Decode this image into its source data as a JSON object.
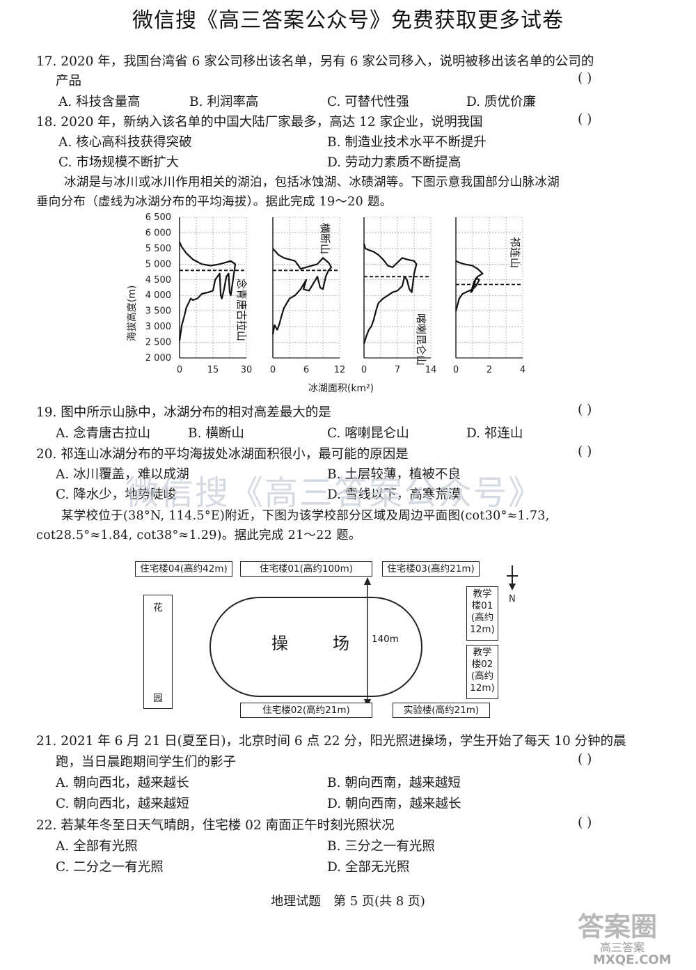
{
  "header": "微信搜《高三答案公众号》免费获取更多试卷",
  "q17": {
    "line1": "17. 2020 年，我国台湾省 6 家公司移出该名单，另有 6 家公司移入，说明被移出该名单的公司的",
    "line2": "产品",
    "paren": "(        )",
    "options": [
      "A. 科技含量高",
      "B. 利润率高",
      "C. 可替代性强",
      "D. 质优价廉"
    ]
  },
  "q18": {
    "line1": "18. 2020 年，新纳入该名单的中国大陆厂家最多，高达 12 家企业，说明我国",
    "paren": "(        )",
    "options": [
      "A. 核心高科技获得突破",
      "B. 制造业技术水平不断提升",
      "C. 市场规模不断扩大",
      "D. 劳动力素质不断提高"
    ]
  },
  "intro19": {
    "line1": "冰湖是与冰川或冰川作用相关的湖泊，包括冰蚀湖、冰碛湖等。下图示意我国部分山脉冰湖",
    "line2": "垂向分布（虚线为冰湖分布的平均海拔）。据此完成 19～20 题。"
  },
  "chart_data": {
    "type": "line",
    "ylabel": "海拔高度(m)",
    "xlabel": "冰湖面积(km²)",
    "yticks": [
      "6 500",
      "6 000",
      "5 500",
      "5 000",
      "4 500",
      "4 000",
      "3 500",
      "3 000",
      "2 500",
      "2 000"
    ],
    "ylim": [
      2000,
      6500
    ],
    "panels": [
      {
        "name": "念青唐古拉山",
        "xticks": [
          "0",
          "15",
          "30"
        ],
        "xlim": [
          0,
          30
        ],
        "mean_altitude": 4800,
        "points": [
          [
            0,
            2550
          ],
          [
            0.5,
            2800
          ],
          [
            1,
            3050
          ],
          [
            2,
            3300
          ],
          [
            3,
            3600
          ],
          [
            5,
            3900
          ],
          [
            6,
            3850
          ],
          [
            8,
            3900
          ],
          [
            10,
            4050
          ],
          [
            13,
            4100
          ],
          [
            15,
            4150
          ],
          [
            16,
            4500
          ],
          [
            18,
            4700
          ],
          [
            18.5,
            4000
          ],
          [
            19,
            3900
          ],
          [
            20,
            4200
          ],
          [
            21,
            4600
          ],
          [
            22,
            4700
          ],
          [
            22.5,
            4100
          ],
          [
            23,
            4000
          ],
          [
            24,
            4500
          ],
          [
            25,
            5000
          ],
          [
            23,
            5100
          ],
          [
            18,
            5000
          ],
          [
            14,
            4950
          ],
          [
            10,
            5000
          ],
          [
            6,
            5150
          ],
          [
            3,
            5350
          ],
          [
            1,
            5550
          ],
          [
            0,
            5700
          ]
        ]
      },
      {
        "name": "横断山",
        "xticks": [
          "0",
          "6",
          "12"
        ],
        "xlim": [
          0,
          12
        ],
        "mean_altitude": 4800,
        "points": [
          [
            0,
            2750
          ],
          [
            0.3,
            3050
          ],
          [
            0.8,
            2900
          ],
          [
            1.2,
            3100
          ],
          [
            1.5,
            3300
          ],
          [
            2,
            3600
          ],
          [
            3,
            3900
          ],
          [
            4,
            4000
          ],
          [
            5,
            4200
          ],
          [
            6,
            4500
          ],
          [
            5.5,
            4200
          ],
          [
            6.5,
            4150
          ],
          [
            7,
            4300
          ],
          [
            8,
            4600
          ],
          [
            8.5,
            4250
          ],
          [
            9,
            4200
          ],
          [
            9.5,
            4600
          ],
          [
            10,
            4800
          ],
          [
            10.5,
            4900
          ],
          [
            10,
            5050
          ],
          [
            9,
            5200
          ],
          [
            8,
            5000
          ],
          [
            6,
            4900
          ],
          [
            5,
            4850
          ],
          [
            4,
            5100
          ],
          [
            3,
            5150
          ],
          [
            2,
            5200
          ],
          [
            1,
            5300
          ],
          [
            0.5,
            5400
          ],
          [
            0,
            5500
          ]
        ]
      },
      {
        "name": "喀喇昆仑山",
        "xticks": [
          "0",
          "7",
          "14"
        ],
        "xlim": [
          0,
          14
        ],
        "mean_altitude": 4600,
        "points": [
          [
            0,
            2450
          ],
          [
            0.5,
            2700
          ],
          [
            1,
            2900
          ],
          [
            1.5,
            3000
          ],
          [
            2,
            3200
          ],
          [
            2.5,
            3500
          ],
          [
            3,
            3750
          ],
          [
            4,
            3900
          ],
          [
            5,
            4000
          ],
          [
            6,
            4100
          ],
          [
            7,
            4150
          ],
          [
            8,
            4300
          ],
          [
            8.5,
            4600
          ],
          [
            9,
            4500
          ],
          [
            9.5,
            4200
          ],
          [
            10,
            4100
          ],
          [
            10.5,
            4700
          ],
          [
            11,
            5000
          ],
          [
            10.5,
            5100
          ],
          [
            9,
            5150
          ],
          [
            8,
            5200
          ],
          [
            7,
            5050
          ],
          [
            6,
            4900
          ],
          [
            5,
            4950
          ],
          [
            4,
            5150
          ],
          [
            3,
            5300
          ],
          [
            2,
            5400
          ],
          [
            1,
            5450
          ],
          [
            0.3,
            5500
          ],
          [
            0,
            5650
          ]
        ]
      },
      {
        "name": "祁连山",
        "xticks": [
          "0",
          "2",
          "4"
        ],
        "xlim": [
          0,
          4
        ],
        "mean_altitude": 4350,
        "points": [
          [
            0,
            3500
          ],
          [
            0.1,
            3700
          ],
          [
            0.2,
            3900
          ],
          [
            0.4,
            4050
          ],
          [
            0.6,
            4100
          ],
          [
            0.8,
            4150
          ],
          [
            1,
            4200
          ],
          [
            1.2,
            4300
          ],
          [
            1.4,
            4500
          ],
          [
            1.2,
            4550
          ],
          [
            1.0,
            4150
          ],
          [
            0.9,
            4100
          ],
          [
            1.1,
            4450
          ],
          [
            1.3,
            4600
          ],
          [
            1.6,
            4700
          ],
          [
            1.3,
            4850
          ],
          [
            1,
            4950
          ],
          [
            0.5,
            5000
          ],
          [
            0.2,
            5050
          ],
          [
            0,
            5100
          ]
        ]
      }
    ]
  },
  "q19": {
    "line1": "19. 图中所示山脉中，冰湖分布的相对高差最大的是",
    "paren": "(        )",
    "options": [
      "A. 念青唐古拉山",
      "B. 横断山",
      "C. 喀喇昆仑山",
      "D. 祁连山"
    ]
  },
  "q20": {
    "line1": "20. 祁连山冰湖分布的平均海拔处冰湖面积很小，最可能的原因是",
    "paren": "(        )",
    "options": [
      "A. 冰川覆盖，难以成湖",
      "B. 土层较薄，植被不良",
      "C. 降水少，地势陡峻",
      "D. 雪线以下，高寒荒漠"
    ]
  },
  "watermark": "微信搜《高三答案公众号》",
  "intro21": {
    "line1": "某学校位于(38°N, 114.5°E)附近，下图为该学校部分区域及周边平面图(cot30°≈1.73,",
    "line2": "cot28.5°≈1.84, cot38°≈1.29)。据此完成 21～22 题。"
  },
  "map": {
    "b04": "住宅楼04(高约42m)",
    "b01": "住宅楼01(高约100m)",
    "b03": "住宅楼03(高约21m)",
    "b02": "住宅楼02(高约21m)",
    "lab": "实验楼(高约21m)",
    "teach1": [
      "教学",
      "楼01",
      "(高约",
      "12m)"
    ],
    "teach2": [
      "教学",
      "楼02",
      "(高约",
      "12m)"
    ],
    "garden_top": "花",
    "garden_bottom": "园",
    "field_left": "操",
    "field_right": "场",
    "distance": "140m",
    "north": "N"
  },
  "q21": {
    "line1": "21. 2021 年 6 月 21 日(夏至日)，北京时间 6 点 22 分，阳光照进操场，学生开始了每天 10 分钟的晨",
    "line2": "跑，当日晨跑期间学生们的影子",
    "paren": "(        )",
    "options": [
      "A. 朝向西北，越来越长",
      "B. 朝向西南，越来越短",
      "C. 朝向西北，越来越短",
      "D. 朝向西南，越来越长"
    ]
  },
  "q22": {
    "line1": "22. 若某年冬至日天气晴朗，住宅楼 02 南面正午时刻光照状况",
    "paren": "(        )",
    "options": [
      "A. 全部有光照",
      "B. 三分之一有光照",
      "C. 二分之一有光照",
      "D. 全部无光照"
    ]
  },
  "footer": "地理试题　第 5 页(共 8 页)",
  "logo": {
    "text1": "答案圈",
    "text2": "高三答案",
    "url": "MXQE.COM"
  }
}
